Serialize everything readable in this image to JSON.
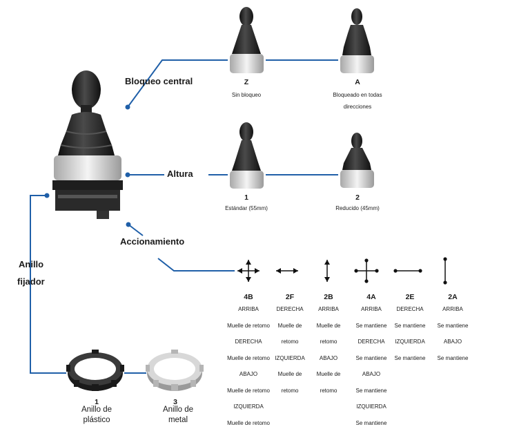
{
  "colors": {
    "line": "#1f5fa8",
    "rubber": "#2a2a2a",
    "silver": "#d6d6d6",
    "base": "#1e1e1e"
  },
  "labels": {
    "bloqueo": "Bloqueo central",
    "altura": "Altura",
    "accionamiento": "Accionamiento",
    "anillo_line1": "Anillo",
    "anillo_line2": "fijador"
  },
  "bloqueo_options": [
    {
      "code": "Z",
      "caption": "Sin bloqueo"
    },
    {
      "code": "A",
      "caption_line1": "Bloqueado en todas",
      "caption_line2": "direcciones"
    }
  ],
  "altura_options": [
    {
      "code": "1",
      "caption": "Estándar (55mm)"
    },
    {
      "code": "2",
      "caption": "Reducido (45mm)"
    }
  ],
  "accionamiento_options": [
    {
      "code": "4B",
      "symbol": "cross-4-arrows",
      "lines": [
        "ARRIBA",
        "Muelle de retomo",
        "DERECHA",
        "Muelle de retomo",
        "ABAJO",
        "Muelle de retomo",
        "IZQUIERDA",
        "Muelle de retomo"
      ]
    },
    {
      "code": "2F",
      "symbol": "horizontal-2-arrows",
      "lines": [
        "DERECHA",
        "Muelle de",
        "retomo",
        "IZQUIERDA",
        "Muelle de",
        "retomo"
      ]
    },
    {
      "code": "2B",
      "symbol": "vertical-2-arrows",
      "lines": [
        "ARRIBA",
        "Muelle de",
        "retomo",
        "ABAJO",
        "Muelle de",
        "retomo"
      ]
    },
    {
      "code": "4A",
      "symbol": "cross-4-dots",
      "lines": [
        "ARRIBA",
        "Se mantiene",
        "DERECHA",
        "Se mantiene",
        "ABAJO",
        "Se mantiene",
        "IZQUIERDA",
        "Se mantiene"
      ]
    },
    {
      "code": "2E",
      "symbol": "horizontal-2-dots",
      "lines": [
        "DERECHA",
        "Se mantiene",
        "IZQUIERDA",
        "Se mantiene"
      ]
    },
    {
      "code": "2A",
      "symbol": "vertical-2-dots",
      "lines": [
        "ARRIBA",
        "Se mantiene",
        "ABAJO",
        "Se mantiene"
      ]
    }
  ],
  "anillo_options": [
    {
      "code": "1",
      "line1": "Anillo de",
      "line2": "plástico"
    },
    {
      "code": "3",
      "line1": "Anillo de",
      "line2": "metal"
    }
  ]
}
